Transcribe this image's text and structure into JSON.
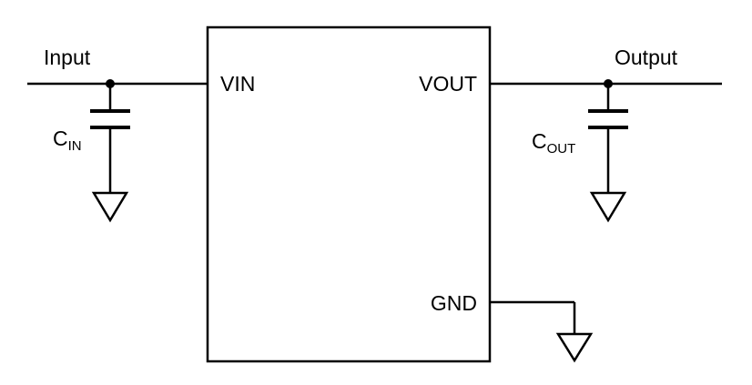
{
  "diagram": {
    "type": "circuit-schematic",
    "ic": {
      "pin_vin": "VIN",
      "pin_vout": "VOUT",
      "pin_gnd": "GND"
    },
    "labels": {
      "input": "Input",
      "output": "Output",
      "cin_main": "C",
      "cin_sub": "IN",
      "cout_main": "C",
      "cout_sub": "OUT"
    },
    "colors": {
      "line": "#000000",
      "background": "#ffffff"
    }
  }
}
